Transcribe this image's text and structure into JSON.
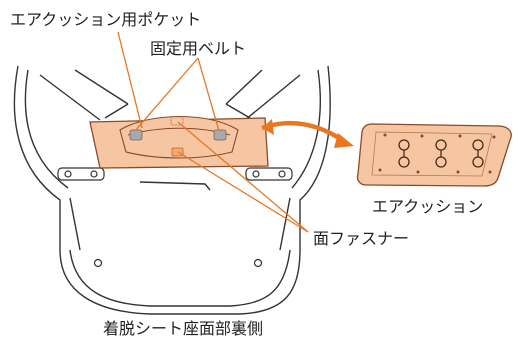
{
  "labels": {
    "air_cushion_pocket": "エアクッション用ポケット",
    "fixing_belt": "固定用ベルト",
    "air_cushion": "エアクッション",
    "hook_and_loop": "面ファスナー",
    "caption": "着脱シート座面部裏側"
  },
  "colors": {
    "pad_fill": "#f6c6a2",
    "pad_stroke": "#8a4a2a",
    "leader_line": "#e87722",
    "arrow": "#e87722",
    "outline": "#333333",
    "belt_gray": "#a9a9a9"
  }
}
